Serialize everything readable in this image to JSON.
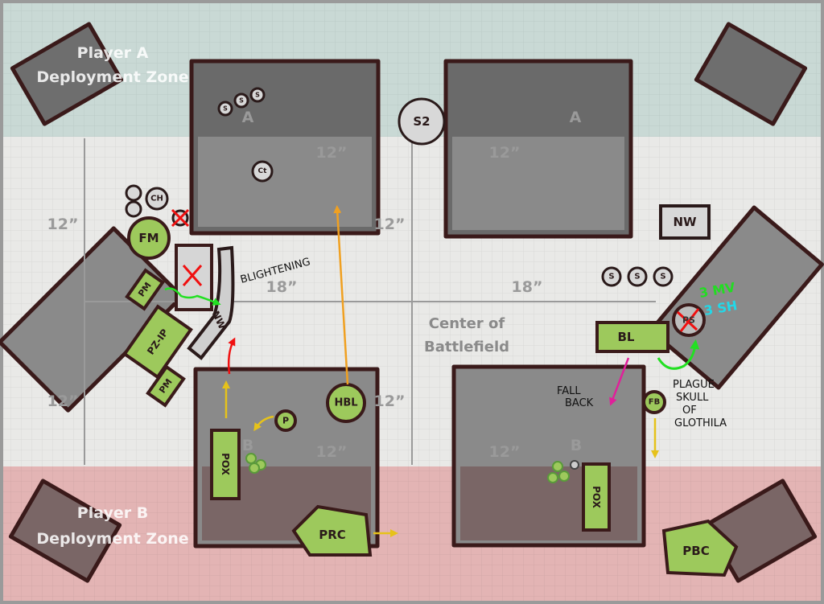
{
  "zones": {
    "player_a": [
      "Player A",
      "Deployment Zone"
    ],
    "player_b": [
      "Player B",
      "Deployment Zone"
    ]
  },
  "measurements": {
    "left_top": "12”",
    "left_bottom": "12”",
    "mid_top": "12”",
    "mid_bottom": "12”",
    "h_left": "18”",
    "h_right": "18”",
    "bld_tl": "12”",
    "bld_tr": "12”",
    "bld_bl": "12”",
    "bld_br": "12”"
  },
  "center": [
    "Center of",
    "Battlefield"
  ],
  "objectives": {
    "a_left": "A",
    "a_right": "A",
    "b_left": "B",
    "b_right": "B"
  },
  "tokens": {
    "s2": "S2",
    "ch": "CH",
    "ct": "Ct",
    "s": "S",
    "nw_box": "NW"
  },
  "units": {
    "fm": "FM",
    "pm1": "PM",
    "pm2": "PM",
    "vehicle": "PZ-IP",
    "nw": "NW",
    "hbl": "HBL",
    "pox_left": "POX",
    "pox_right": "POX",
    "p": "P",
    "prc_left": "PRC",
    "prc_right": "PBC",
    "bl": "BL",
    "fb": "FB",
    "ps": "PS"
  },
  "annotations": {
    "blightening": "BLIGHTENING",
    "move": "3 MV",
    "shoot": "3 SH",
    "fall_back": [
      "FALL",
      "BACK"
    ],
    "plague_skull": [
      "PLAGUE",
      "SKULL",
      "OF",
      "GLOTHILA"
    ]
  },
  "colors": {
    "zone_a": "#c9d9d5",
    "zone_b": "#e3b4b4",
    "field": "#e9e9e7",
    "unit": "#9dc95c",
    "ruin": "#8a8a8a"
  }
}
